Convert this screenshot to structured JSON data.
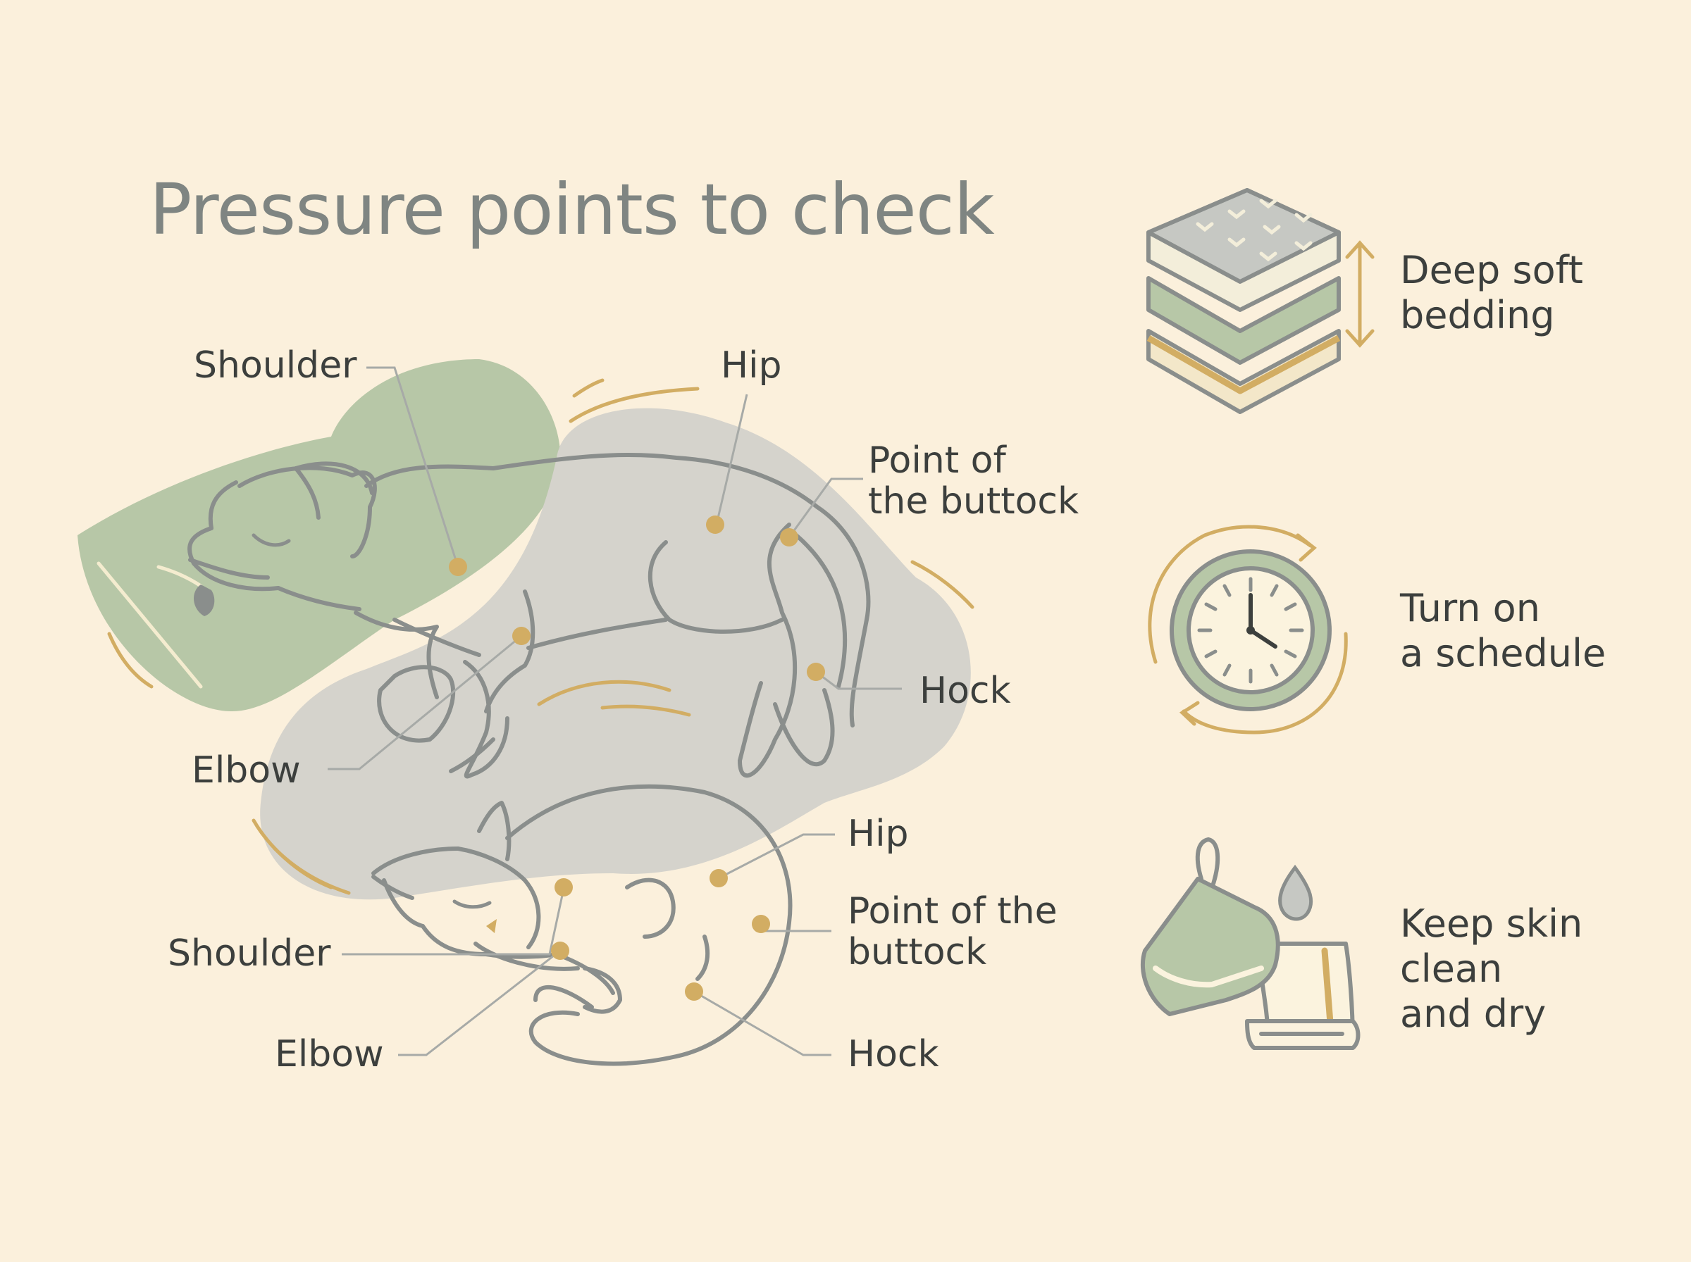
{
  "title": "Pressure points to check",
  "colors": {
    "background": "#fbf0dc",
    "outline": "#8a8e8c",
    "marker": "#d2ad63",
    "sage": "#b7c7a7",
    "shadow": "#d5d3cc",
    "leader": "#a7aaa7",
    "text": "#3c3f3d",
    "title": "#7f8582"
  },
  "dog": {
    "labels": {
      "shoulder": "Shoulder",
      "hip": "Hip",
      "buttock_line1": "Point of",
      "buttock_line2": "the buttock",
      "hock": "Hock",
      "elbow": "Elbow"
    }
  },
  "cat": {
    "labels": {
      "hip": "Hip",
      "buttock_line1": "Point of the",
      "buttock_line2": "buttock",
      "shoulder": "Shoulder",
      "elbow": "Elbow",
      "hock": "Hock"
    }
  },
  "tips": [
    {
      "icon": "mattress-icon",
      "lines": [
        "Deep soft",
        "bedding"
      ]
    },
    {
      "icon": "clock-icon",
      "lines": [
        "Turn on",
        "a schedule"
      ]
    },
    {
      "icon": "towel-icon",
      "lines": [
        "Keep skin",
        "clean",
        "and dry"
      ]
    }
  ]
}
